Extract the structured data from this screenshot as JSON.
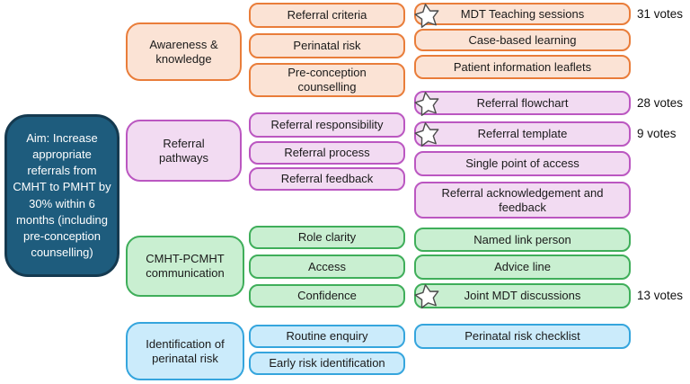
{
  "aim": {
    "text": "Aim: Increase appropriate referrals from CMHT to PMHT by 30% within 6 months (including pre-conception counselling)"
  },
  "colors": {
    "aim_fill": "#1e5c7d",
    "aim_border": "#153a50",
    "orange_fill": "#fbe3d5",
    "orange_border": "#e97d3a",
    "pink_fill": "#f2dbf2",
    "pink_border": "#bb57c1",
    "green_fill": "#c9efd1",
    "green_border": "#3fae5a",
    "blue_fill": "#cbebfb",
    "blue_border": "#35a5dd",
    "text": "#1a1a1a",
    "star_fill": "#ffffff",
    "star_outline": "#4d4d4d"
  },
  "groups": [
    {
      "driver": "Awareness & knowledge",
      "secondary": [
        {
          "label": "Referral criteria"
        },
        {
          "label": "Perinatal risk"
        },
        {
          "label": "Pre-conception counselling"
        }
      ],
      "changes": [
        {
          "label": "MDT Teaching sessions",
          "star": true,
          "votes": "31 votes"
        },
        {
          "label": "Case-based learning"
        },
        {
          "label": "Patient information leaflets"
        }
      ]
    },
    {
      "driver": "Referral pathways",
      "secondary": [
        {
          "label": "Referral responsibility"
        },
        {
          "label": "Referral process"
        },
        {
          "label": "Referral feedback"
        }
      ],
      "changes": [
        {
          "label": "Referral flowchart",
          "star": true,
          "votes": "28 votes"
        },
        {
          "label": "Referral template",
          "star": true,
          "votes": "9 votes"
        },
        {
          "label": "Single point of access"
        },
        {
          "label": "Referral acknowledgement and feedback"
        }
      ]
    },
    {
      "driver": "CMHT-PCMHT communication",
      "secondary": [
        {
          "label": "Role clarity"
        },
        {
          "label": "Access"
        },
        {
          "label": "Confidence"
        }
      ],
      "changes": [
        {
          "label": "Named link person"
        },
        {
          "label": "Advice line"
        },
        {
          "label": "Joint MDT discussions",
          "star": true,
          "votes": "13 votes"
        }
      ]
    },
    {
      "driver": "Identification of perinatal risk",
      "secondary": [
        {
          "label": "Routine enquiry"
        },
        {
          "label": "Early risk identification"
        }
      ],
      "changes": [
        {
          "label": "Perinatal risk checklist"
        }
      ]
    }
  ]
}
